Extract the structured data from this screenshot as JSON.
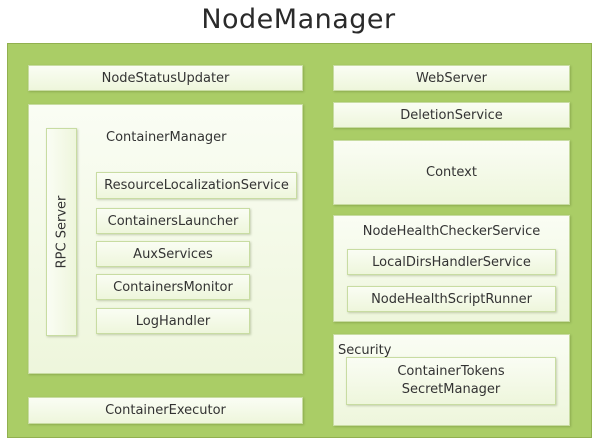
{
  "title": "NodeManager",
  "components": {
    "node_status_updater": "NodeStatusUpdater",
    "web_server": "WebServer",
    "deletion_service": "DeletionService",
    "context": "Context",
    "container_manager": "ContainerManager",
    "rpc_server": "RPC Server",
    "resource_localization_service": "ResourceLocalizationService",
    "containers_launcher": "ContainersLauncher",
    "aux_services": "AuxServices",
    "containers_monitor": "ContainersMonitor",
    "log_handler": "LogHandler",
    "node_health_checker_service": "NodeHealthCheckerService",
    "local_dirs_handler_service": "LocalDirsHandlerService",
    "node_health_script_runner": "NodeHealthScriptRunner",
    "security": "Security",
    "container_tokens_secret_manager": "ContainerTokens\nSecretManager",
    "container_executor": "ContainerExecutor"
  },
  "colors": {
    "frame": "#aacd66",
    "box_fill": "#f4f9e8",
    "box_border": "#c8dca2",
    "text": "#333333"
  }
}
